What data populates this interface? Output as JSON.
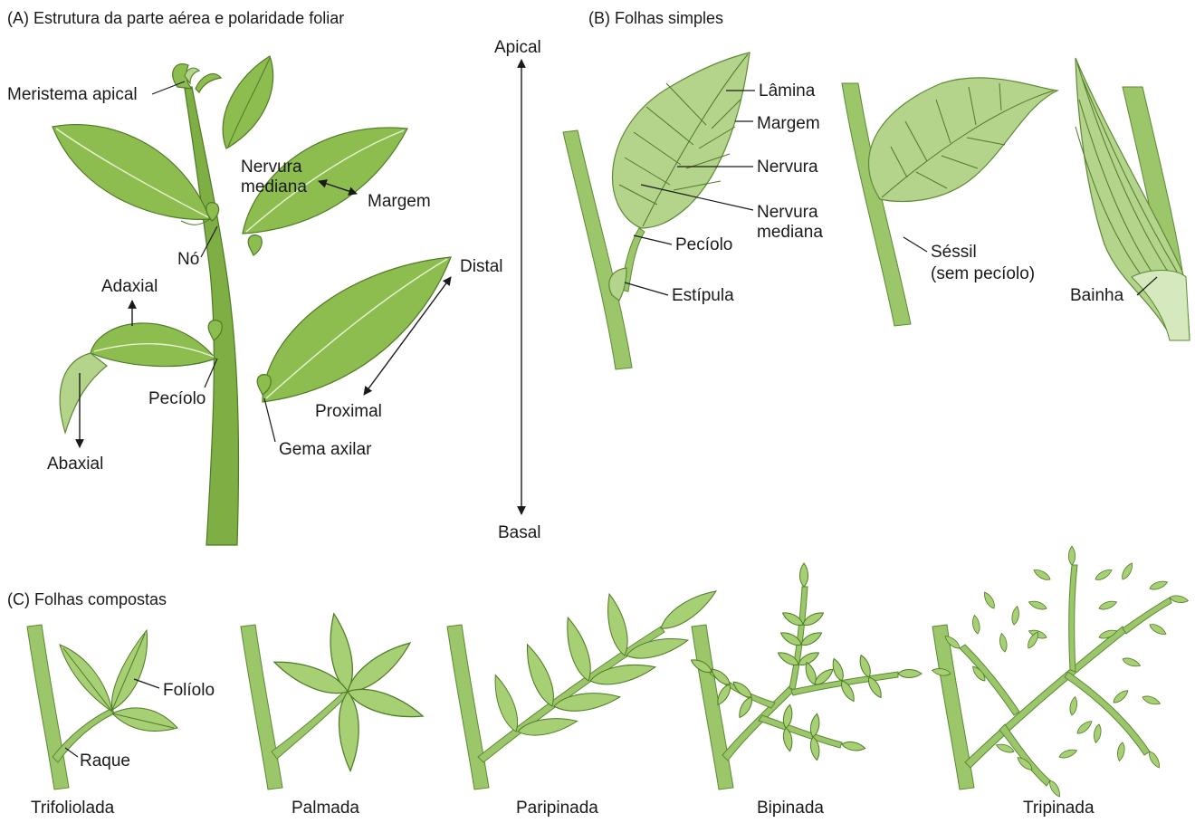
{
  "panels": {
    "a_title": "(A)  Estrutura da parte aérea e polaridade foliar",
    "b_title": "(B)  Folhas simples",
    "c_title": "(C)  Folhas compostas"
  },
  "panel_a": {
    "meristema": "Meristema apical",
    "nervura1": "Nervura",
    "nervura2": "mediana",
    "margem": "Margem",
    "no": "Nó",
    "adaxial": "Adaxial",
    "abaxial": "Abaxial",
    "peciolo": "Pecíolo",
    "gema": "Gema axilar",
    "distal": "Distal",
    "proximal": "Proximal"
  },
  "axis": {
    "apical": "Apical",
    "basal": "Basal"
  },
  "panel_b": {
    "lamina": "Lâmina",
    "margem": "Margem",
    "nervura": "Nervura",
    "nervura_med1": "Nervura",
    "nervura_med2": "mediana",
    "peciolo": "Pecíolo",
    "estipula": "Estípula",
    "sessil1": "Séssil",
    "sessil2": "(sem pecíolo)",
    "bainha": "Bainha"
  },
  "panel_c": {
    "foliolo": "Folíolo",
    "raque": "Raque",
    "types": [
      "Trifoliolada",
      "Palmada",
      "Paripinada",
      "Bipinada",
      "Tripinada"
    ]
  },
  "colors": {
    "leaf": "#8dbd4f",
    "leaf_light": "#b3d48a",
    "stem": "#7fae45",
    "outline": "#4f7a27"
  }
}
